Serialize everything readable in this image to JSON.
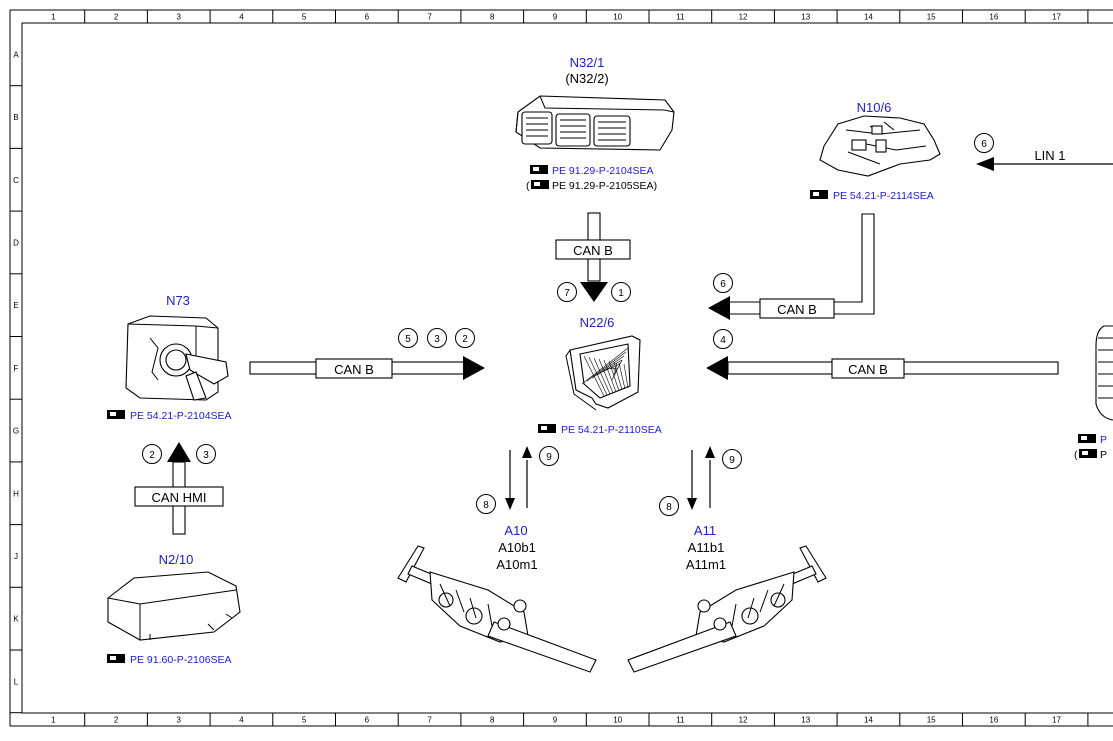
{
  "frame": {
    "columns": [
      "1",
      "2",
      "3",
      "4",
      "5",
      "6",
      "7",
      "8",
      "9",
      "10",
      "11",
      "12",
      "13",
      "14",
      "15",
      "16",
      "17"
    ],
    "rows": [
      "A",
      "B",
      "C",
      "D",
      "E",
      "F",
      "G",
      "H",
      "J",
      "K",
      "L"
    ]
  },
  "components": {
    "n32": {
      "id": "N32/1",
      "alt": "(N32/2)",
      "ref1": "PE 91.29-P-2104SEA",
      "ref2": "PE 91.29-P-2105SEA)",
      "ref2_prefix": "("
    },
    "n10": {
      "id": "N10/6",
      "ref": "PE 54.21-P-2114SEA"
    },
    "n73": {
      "id": "N73",
      "ref": "PE 54.21-P-2104SEA"
    },
    "n22": {
      "id": "N22/6",
      "ref": "PE 54.21-P-2110SEA"
    },
    "n2": {
      "id": "N2/10",
      "ref": "PE 91.60-P-2106SEA"
    },
    "a10": {
      "id": "A10",
      "sub1": "A10b1",
      "sub2": "A10m1"
    },
    "a11": {
      "id": "A11",
      "sub1": "A11b1",
      "sub2": "A11m1"
    },
    "right_partial": {
      "ref1": "P",
      "ref2": "P",
      "ref2_prefix": "("
    }
  },
  "buses": {
    "can_b_top": "CAN B",
    "can_b_left": "CAN B",
    "can_b_right_upper": "CAN B",
    "can_b_right_lower": "CAN B",
    "can_hmi": "CAN HMI",
    "lin1": "LIN 1"
  },
  "signals": {
    "top_left": "7",
    "top_right": "1",
    "n73_a": "5",
    "n73_b": "3",
    "n73_c": "2",
    "right_upper": "6",
    "right_lower": "4",
    "lin": "6",
    "hmi_left": "2",
    "hmi_right": "3",
    "a10_up": "9",
    "a10_down": "8",
    "a11_up": "9",
    "a11_down": "8"
  },
  "colors": {
    "label_blue": "#1c1ccc",
    "line": "#000000"
  }
}
